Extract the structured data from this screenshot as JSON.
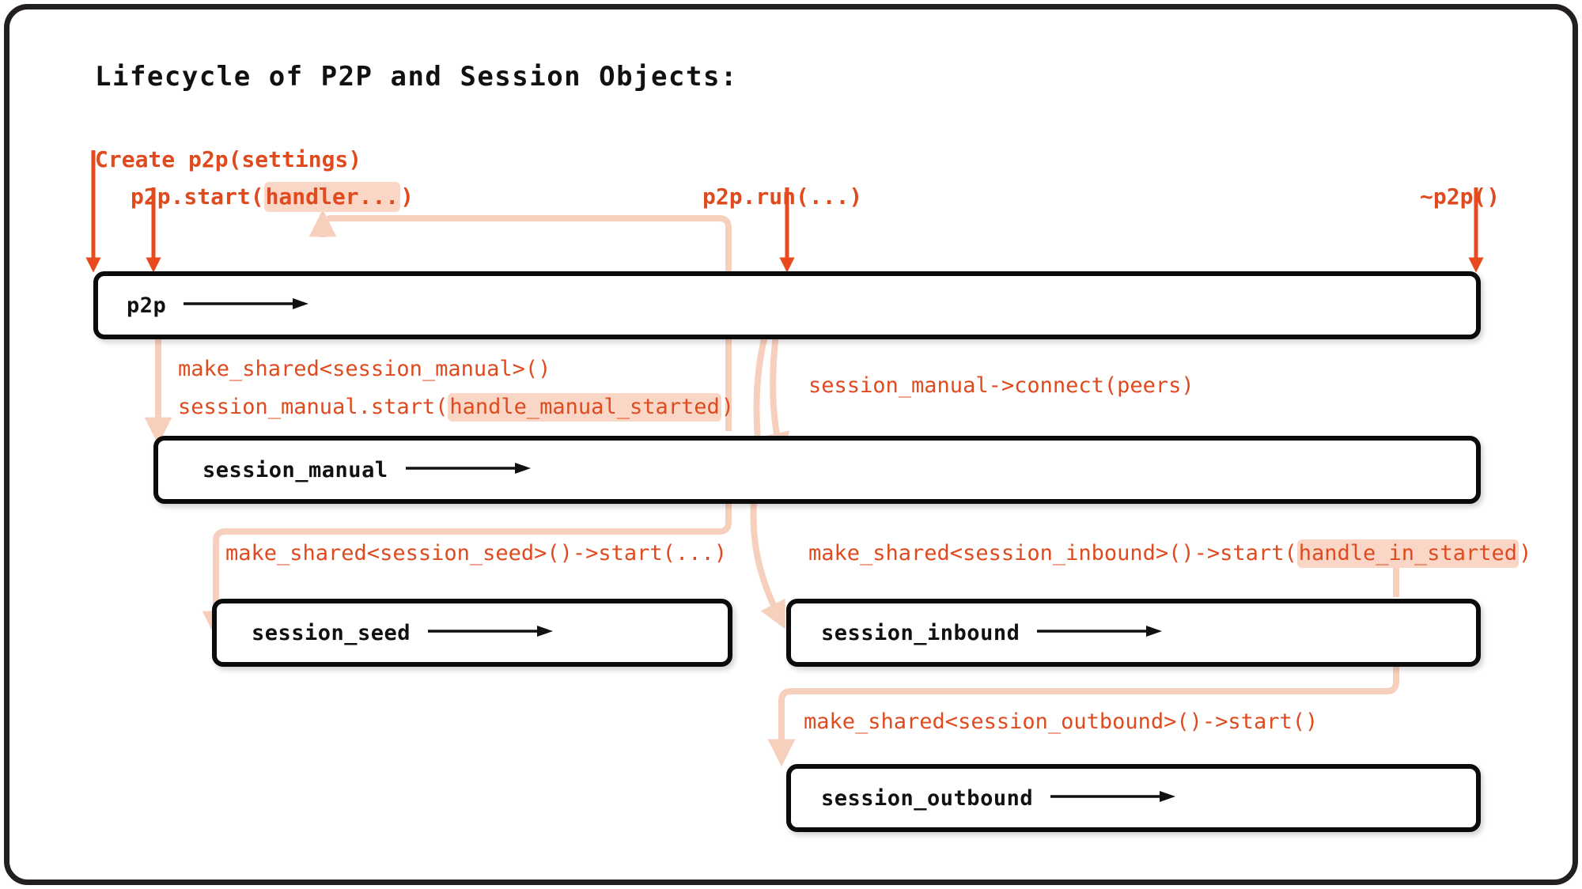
{
  "diagram": {
    "title": "Lifecycle of P2P and Session Objects:",
    "accent_color": "#df4a1e",
    "highlight_color": "#f9d6c6",
    "wire_color": "#f7cfbd",
    "box_border_color": "#0b0b0b",
    "frame_color": "#231f20"
  },
  "entrypoints": [
    {
      "id": "create-p2p",
      "text": "Create p2p(settings)"
    },
    {
      "id": "p2p-start",
      "prefix": "p2p.start(",
      "highlight": "handler...",
      "suffix": ")"
    },
    {
      "id": "p2p-run",
      "text": "p2p.run(...)"
    },
    {
      "id": "p2p-destroy",
      "text": "~p2p()"
    }
  ],
  "objects": [
    {
      "id": "p2p",
      "label": "p2p"
    },
    {
      "id": "session_manual",
      "label": "session_manual"
    },
    {
      "id": "session_seed",
      "label": "session_seed"
    },
    {
      "id": "session_inbound",
      "label": "session_inbound"
    },
    {
      "id": "session_outbound",
      "label": "session_outbound"
    }
  ],
  "transitions": [
    {
      "id": "make-session-manual",
      "prefix": "make_shared<session_manual>()",
      "highlight": "",
      "suffix": ""
    },
    {
      "id": "session-manual-start",
      "prefix": "session_manual.start(",
      "highlight": "handle_manual_started",
      "suffix": ")"
    },
    {
      "id": "session-manual-connect",
      "prefix": "session_manual->connect(peers)",
      "highlight": "",
      "suffix": ""
    },
    {
      "id": "make-session-seed",
      "prefix": "make_shared<session_seed>()->start(...)",
      "highlight": "",
      "suffix": ""
    },
    {
      "id": "make-session-inbound",
      "prefix": "make_shared<session_inbound>()->start(",
      "highlight": "handle_in_started",
      "suffix": ")"
    },
    {
      "id": "make-session-outbound",
      "prefix": "make_shared<session_outbound>()->start()",
      "highlight": "",
      "suffix": ""
    }
  ]
}
